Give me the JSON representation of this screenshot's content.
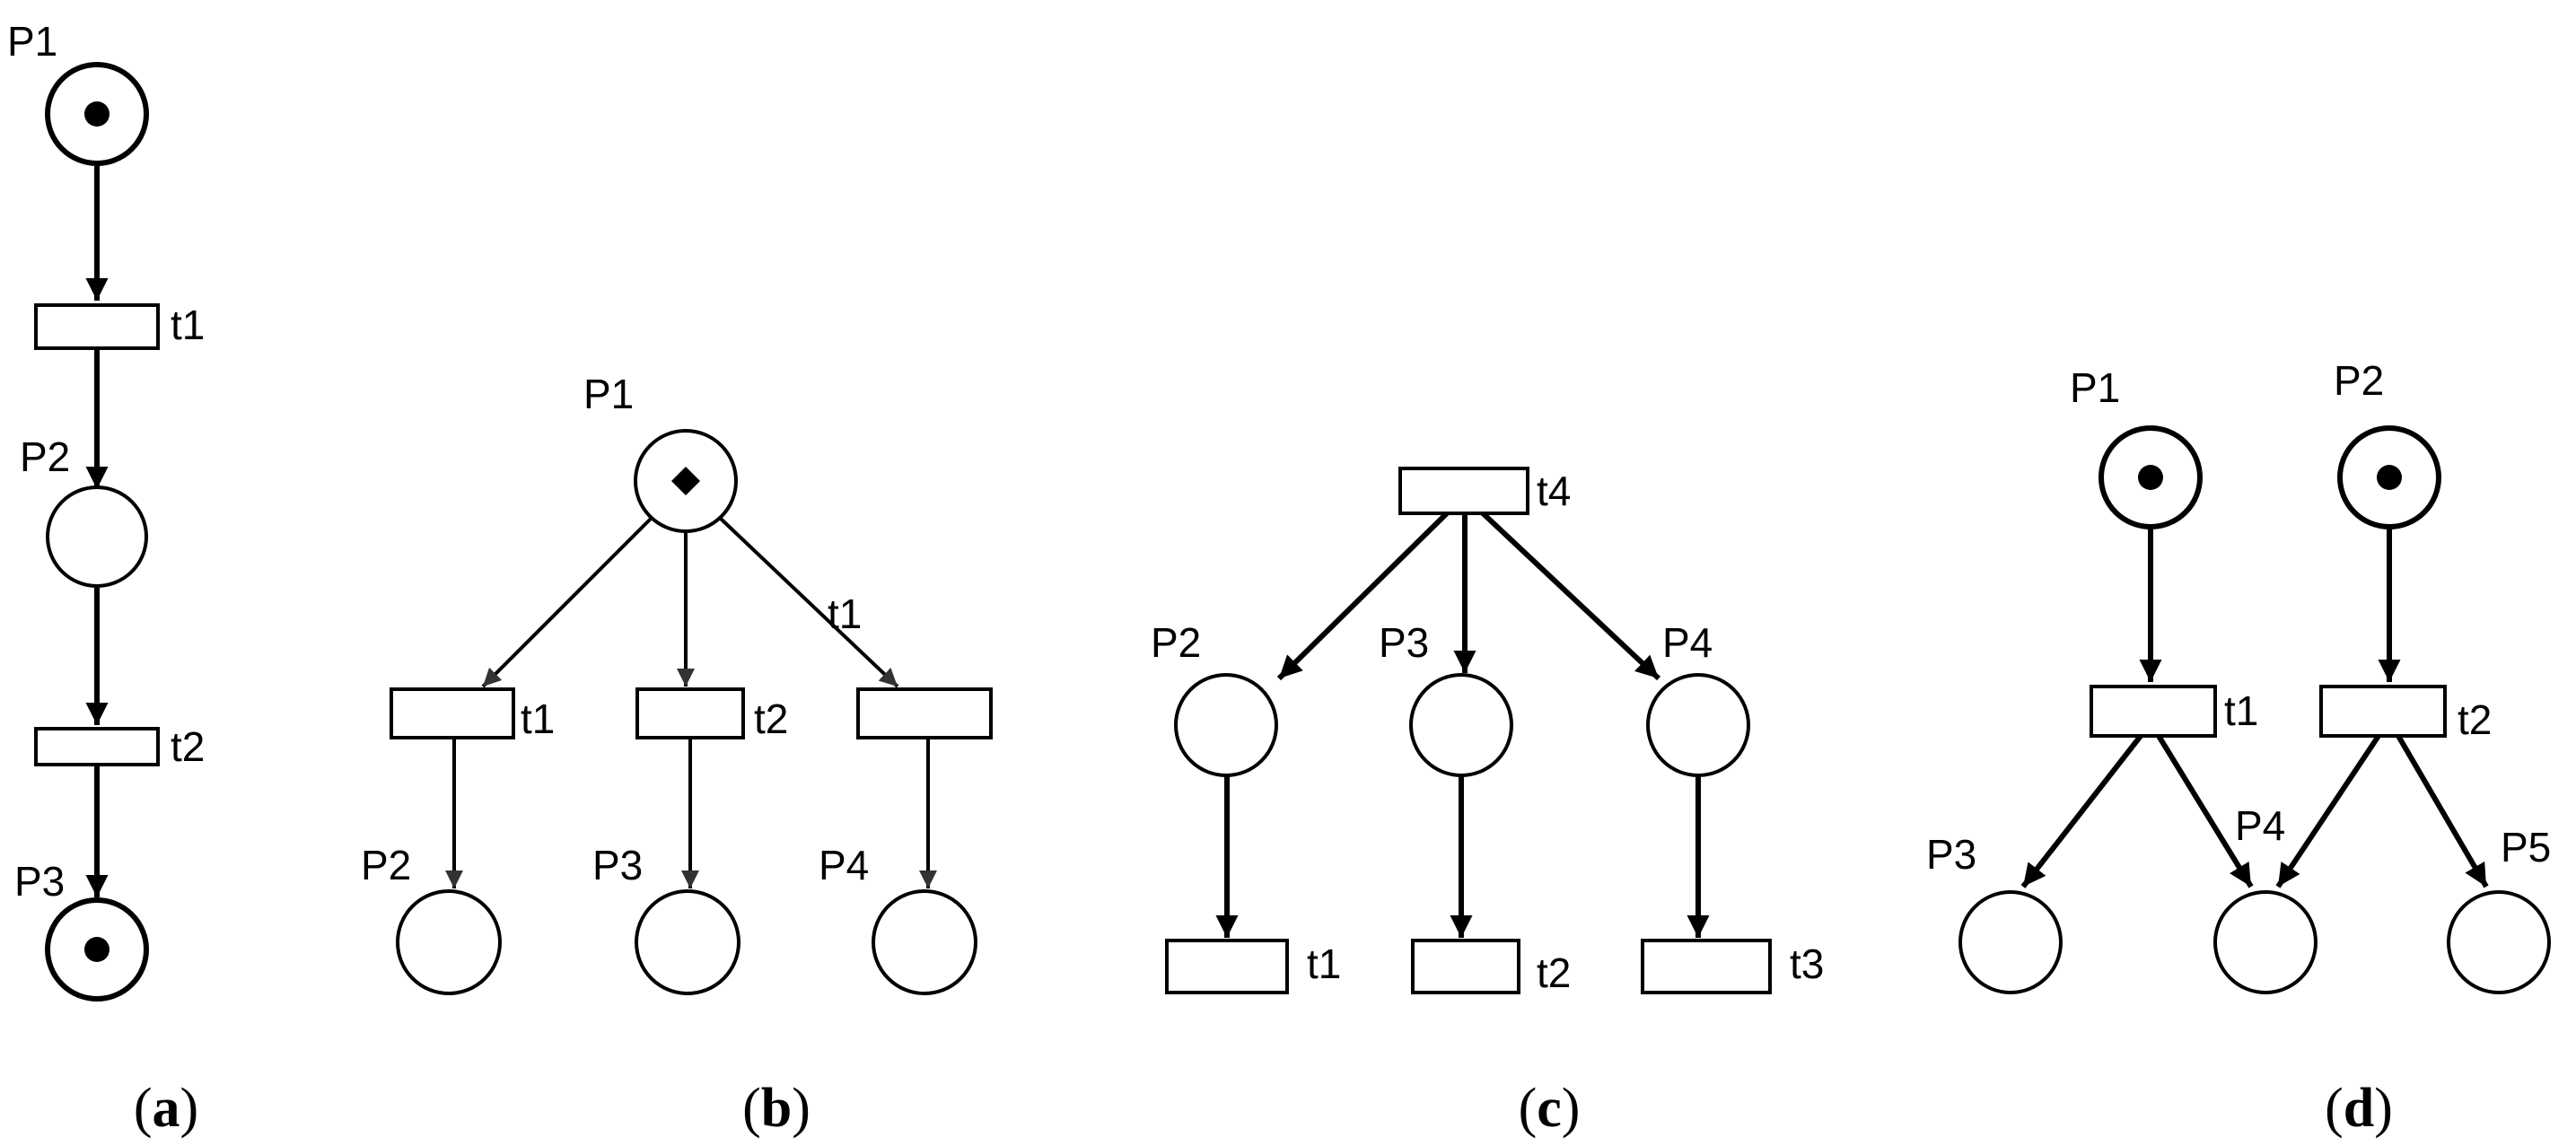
{
  "panels": [
    {
      "id": "a",
      "caption": "a",
      "places": [
        {
          "label": "P1",
          "tokens": 1,
          "token_shape": "dot"
        },
        {
          "label": "P2",
          "tokens": 0
        },
        {
          "label": "P3",
          "tokens": 1,
          "token_shape": "dot"
        }
      ],
      "transitions": [
        {
          "label": "t1"
        },
        {
          "label": "t2"
        }
      ],
      "arcs": [
        {
          "from": "P1",
          "to": "t1"
        },
        {
          "from": "t1",
          "to": "P2"
        },
        {
          "from": "P2",
          "to": "t2"
        },
        {
          "from": "t2",
          "to": "P3"
        }
      ]
    },
    {
      "id": "b",
      "caption": "b",
      "places": [
        {
          "label": "P1",
          "tokens": 1,
          "token_shape": "diamond"
        },
        {
          "label": "P2",
          "tokens": 0
        },
        {
          "label": "P3",
          "tokens": 0
        },
        {
          "label": "P4",
          "tokens": 0
        }
      ],
      "transitions": [
        {
          "label": "t1"
        },
        {
          "label": "t2"
        },
        {
          "label": "t1"
        }
      ],
      "arcs": [
        {
          "from": "P1",
          "to": "t1 (left)"
        },
        {
          "from": "P1",
          "to": "t2"
        },
        {
          "from": "P1",
          "to": "t1 (right)"
        },
        {
          "from": "t1 (left)",
          "to": "P2"
        },
        {
          "from": "t2",
          "to": "P3"
        },
        {
          "from": "t1 (right)",
          "to": "P4"
        }
      ]
    },
    {
      "id": "c",
      "caption": "c",
      "places": [
        {
          "label": "P2",
          "tokens": 0
        },
        {
          "label": "P3",
          "tokens": 0
        },
        {
          "label": "P4",
          "tokens": 0
        }
      ],
      "transitions": [
        {
          "label": "t4"
        },
        {
          "label": "t1"
        },
        {
          "label": "t2"
        },
        {
          "label": "t3"
        }
      ],
      "arcs": [
        {
          "from": "t4",
          "to": "P2"
        },
        {
          "from": "t4",
          "to": "P3"
        },
        {
          "from": "t4",
          "to": "P4"
        },
        {
          "from": "P2",
          "to": "t1"
        },
        {
          "from": "P3",
          "to": "t2"
        },
        {
          "from": "P4",
          "to": "t3"
        }
      ]
    },
    {
      "id": "d",
      "caption": "d",
      "places": [
        {
          "label": "P1",
          "tokens": 1,
          "token_shape": "dot"
        },
        {
          "label": "P2",
          "tokens": 1,
          "token_shape": "dot"
        },
        {
          "label": "P3",
          "tokens": 0
        },
        {
          "label": "P4",
          "tokens": 0
        },
        {
          "label": "P5",
          "tokens": 0
        }
      ],
      "transitions": [
        {
          "label": "t1"
        },
        {
          "label": "t2"
        }
      ],
      "arcs": [
        {
          "from": "P1",
          "to": "t1"
        },
        {
          "from": "P2",
          "to": "t2"
        },
        {
          "from": "t1",
          "to": "P3"
        },
        {
          "from": "t1",
          "to": "P4"
        },
        {
          "from": "t2",
          "to": "P4"
        },
        {
          "from": "t2",
          "to": "P5"
        }
      ]
    }
  ]
}
